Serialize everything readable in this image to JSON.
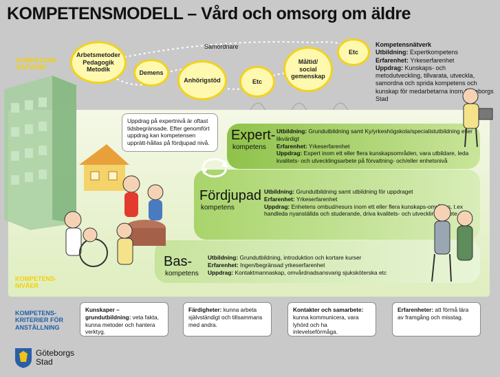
{
  "title": "KOMPETENSMODELL – Vård och omsorg om äldre",
  "network": {
    "label_line1": "KOMPETENS-",
    "label_line2": "NÄTVERK",
    "samordnare": "Samordnare",
    "bubbles": [
      {
        "line1": "Arbetsmetoder",
        "line2": "Pedagogik",
        "line3": "Metodik"
      },
      {
        "line1": "Demens"
      },
      {
        "line1": "Anhörigstöd"
      },
      {
        "line1": "Etc"
      },
      {
        "line1": "Måltid/",
        "line2": "social",
        "line3": "gemenskap"
      },
      {
        "line1": "Etc"
      }
    ],
    "info_title": "Kompetensnätverk",
    "info_utb_label": "Utbildning:",
    "info_utb": "Expertkompetens",
    "info_erf_label": "Erfarenhet:",
    "info_erf": "Yrkeserfarenhet",
    "info_upp_label": "Uppdrag:",
    "info_upp": "Kunskaps- och metodutveckling, tillvarata, utveckla, samordna och sprida kompetens och kunskap för medarbetarna inom Göteborgs Stad"
  },
  "speech": "Uppdrag på expertnivå är oftast tidsbegränsade. Efter genomfört uppdrag kan kompetensen upprätt-hållas på fördjupad nivå.",
  "levels": {
    "label_line1": "KOMPETENS-",
    "label_line2": "NIVÅER",
    "expert": {
      "big": "Expert-",
      "small": "kompetens",
      "utb_label": "Utbildning:",
      "utb": "Grundutbildning samt Ky/yrkeshögskola/specialistutbildning eller likvärdigt",
      "erf_label": "Erfarenhet:",
      "erf": "Yrkeserfarenhet",
      "upp_label": "Uppdrag:",
      "upp": "Expert inom ett eller flera kunskapsområden, vara utbildare, leda kvalitets- och utvecklingsarbete på förvaltning- och/eller enhetsnivå"
    },
    "fordjupad": {
      "big": "Fördjupad",
      "small": "kompetens",
      "utb_label": "Utbildning:",
      "utb": "Grundutbildning samt utbildning för uppdraget",
      "erf_label": "Erfarenhet:",
      "erf": "Yrkeserfarenhet",
      "upp_label": "Uppdrag:",
      "upp": "Enhetens ombud/resurs inom ett eller flera kunskaps-områden, t.ex handleda nyanställda och studerande, driva kvalitets- och utvecklingsarbete"
    },
    "bas": {
      "big": "Bas-",
      "small": "kompetens",
      "utb_label": "Utbildning:",
      "utb": "Grundutbildning, introduktion och kortare kurser",
      "erf_label": "Erfarenhet:",
      "erf": "Ingen/begränsad yrkeserfarenhet",
      "upp_label": "Uppdrag:",
      "upp": "Kontaktmannaskap, omvårdnadsansvarig sjuksköterska etc"
    }
  },
  "criteria": {
    "label_line1": "KOMPETENS-",
    "label_line2": "KRITERIER FÖR",
    "label_line3": "ANSTÄLLNING",
    "items": [
      {
        "label": "Kunskaper – grundutbildning:",
        "text": "veta fakta, kunna metoder och hantera verktyg."
      },
      {
        "label": "Färdigheter:",
        "text": "kunna arbeta självständigt och tillsammans med andra."
      },
      {
        "label": "Kontakter och samarbete:",
        "text": "kunna kommunicera, vara lyhörd och ha inlevelseförmåga."
      },
      {
        "label": "Erfarenheter:",
        "text": "att förmå lära av framgång och misstag."
      }
    ]
  },
  "logo": {
    "line1": "Göteborgs",
    "line2": "Stad"
  },
  "colors": {
    "accent_yellow": "#f4d000",
    "bubble_border": "#f2d21e",
    "green_dark": "#8fc24a",
    "green_light": "#d8edb8",
    "criteria_label": "#1d5ea8"
  }
}
